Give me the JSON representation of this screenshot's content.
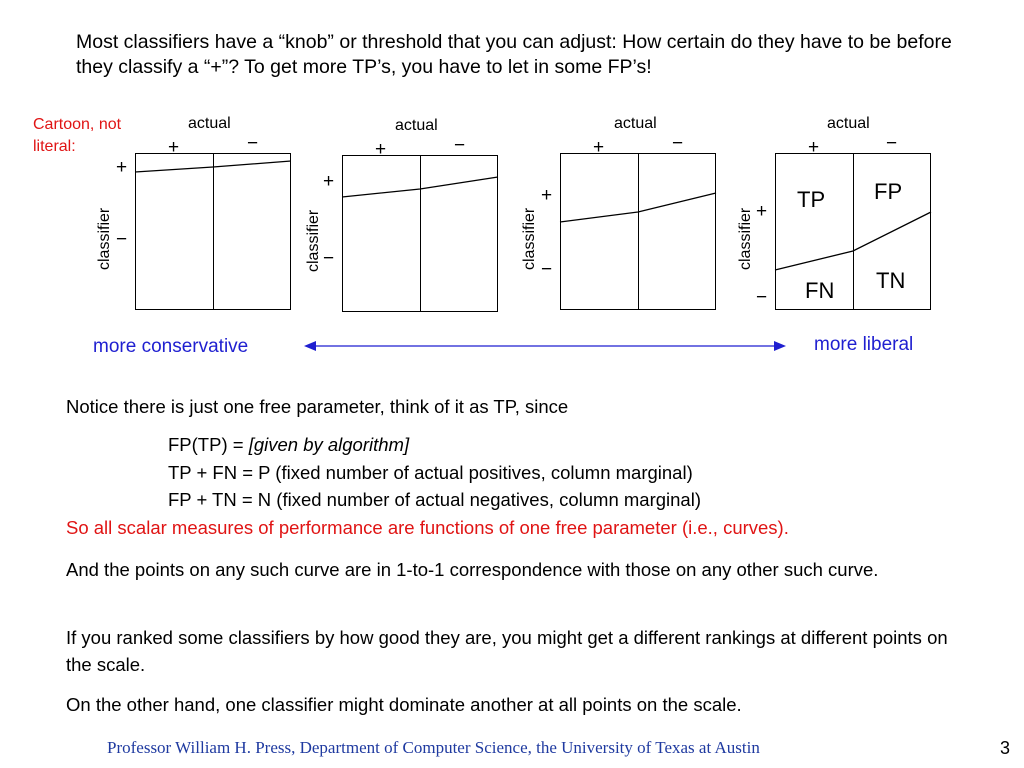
{
  "intro": "Most classifiers have a “knob” or threshold that you can adjust: How certain do they have to be before they classify a “+”? To get more TP’s, you have to let in some FP’s!",
  "note": "Cartoon, not literal:",
  "diagram": {
    "actual_label": "actual",
    "classifier_label": "classifier",
    "plus": "+",
    "minus": "−",
    "cells": {
      "tp": "TP",
      "fp": "FP",
      "fn": "FN",
      "tn": "TN"
    },
    "conservative": "more conservative",
    "liberal": "more liberal"
  },
  "body": {
    "p1": "Notice there is just one free parameter, think of it as TP, since",
    "eq1_prefix": "FP(TP) = ",
    "eq1_italic": "[given by algorithm]",
    "eq2": "TP + FN = P (fixed number of actual positives, column marginal)",
    "eq3": "FP + TN = N (fixed number of actual negatives, column marginal)",
    "red_line": "So all scalar measures of performance are functions of one free parameter (i.e., curves).",
    "p2": "And the points on any such curve are in 1-to-1 correspondence with those on any other such curve.",
    "p3": "If you ranked some classifiers by how good they are, you might get a different rankings at different points on the scale.",
    "p4": "On the other hand, one classifier might dominate another at all points on the scale."
  },
  "footer": "Professor William H. Press, Department of Computer Science, the University of Texas at Austin",
  "page_number": "3",
  "colors": {
    "red": "#e01414",
    "blue": "#1f1fd0",
    "footer": "#1f3aa0"
  }
}
